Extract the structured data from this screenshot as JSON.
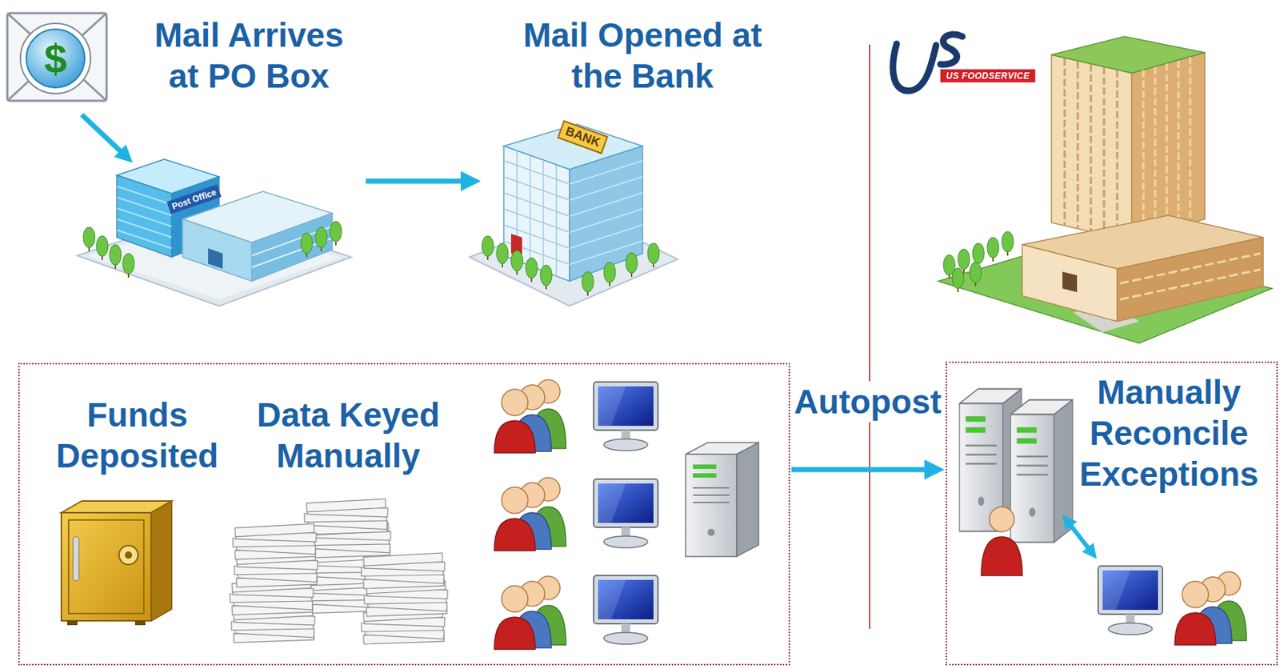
{
  "diagram": {
    "nodes": [
      {
        "text": [
          "Mail Arrives at PO Box"
        ]
      },
      {
        "text": [
          "Mail Opened at the Bank"
        ]
      },
      {
        "text": [
          "Funds Deposited",
          "Data Keyed Manually"
        ]
      },
      {
        "text": [
          "Manually Reconcile Exceptions"
        ]
      }
    ],
    "edges": [
      {
        "from": 0,
        "to": 1,
        "arrow": "to"
      },
      {
        "from": 2,
        "to": 3,
        "label": "Autopost",
        "arrow": "to"
      }
    ],
    "labels": [
      "$",
      "Post Office",
      "BANK",
      "US FOODSERVICE"
    ]
  }
}
